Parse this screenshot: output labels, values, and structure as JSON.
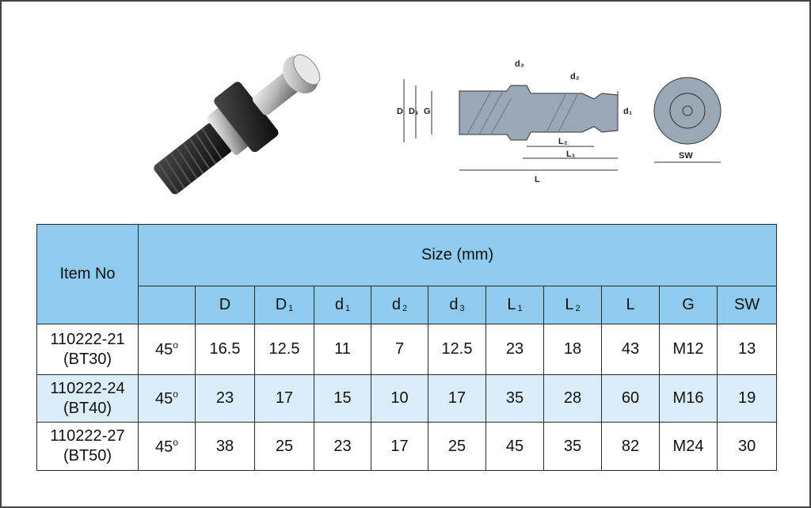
{
  "table": {
    "header": {
      "item_no": "Item No",
      "size_group": "Size (mm)",
      "angle": "",
      "columns": [
        {
          "base": "D",
          "sub": ""
        },
        {
          "base": "D",
          "sub": "1"
        },
        {
          "base": "d",
          "sub": "1"
        },
        {
          "base": "d",
          "sub": "2"
        },
        {
          "base": "d",
          "sub": "3"
        },
        {
          "base": "L",
          "sub": "1"
        },
        {
          "base": "L",
          "sub": "2"
        },
        {
          "base": "L",
          "sub": ""
        },
        {
          "base": "G",
          "sub": ""
        },
        {
          "base": "SW",
          "sub": ""
        }
      ]
    },
    "rows": [
      {
        "item": "110222-21",
        "code": "(BT30)",
        "angle": "45",
        "deg": "o",
        "values": [
          "16.5",
          "12.5",
          "11",
          "7",
          "12.5",
          "23",
          "18",
          "43",
          "M12",
          "13"
        ]
      },
      {
        "item": "110222-24",
        "code": "(BT40)",
        "angle": "45",
        "deg": "o",
        "values": [
          "23",
          "17",
          "15",
          "10",
          "17",
          "35",
          "28",
          "60",
          "M16",
          "19"
        ]
      },
      {
        "item": "110222-27",
        "code": "(BT50)",
        "angle": "45",
        "deg": "o",
        "values": [
          "38",
          "25",
          "23",
          "17",
          "25",
          "45",
          "35",
          "82",
          "M24",
          "30"
        ]
      }
    ]
  },
  "drawing_labels": {
    "D": "D",
    "D1": "D₁",
    "G": "G",
    "d3": "d₃",
    "d2": "d₂",
    "d1": "d₁",
    "L2": "L₂",
    "L1": "L₁",
    "L": "L",
    "SW": "SW"
  },
  "colors": {
    "header_blue": "#8fcbee",
    "row_alt_blue": "#dcedfa",
    "drawing_fill": "#9aa7b4"
  }
}
